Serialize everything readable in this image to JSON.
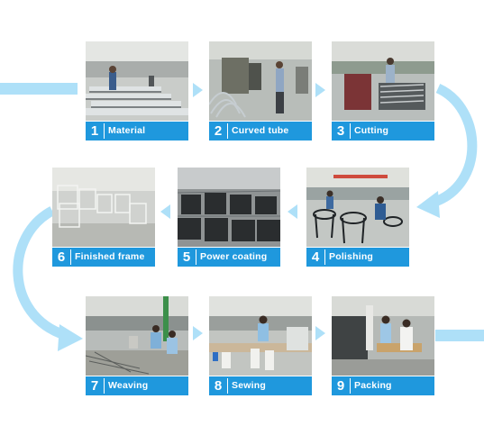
{
  "steps": [
    {
      "number": "1",
      "label": "Material"
    },
    {
      "number": "2",
      "label": "Curved tube"
    },
    {
      "number": "3",
      "label": "Cutting"
    },
    {
      "number": "4",
      "label": "Polishing"
    },
    {
      "number": "5",
      "label": "Power coating"
    },
    {
      "number": "6",
      "label": "Finished frame"
    },
    {
      "number": "7",
      "label": "Weaving"
    },
    {
      "number": "8",
      "label": "Sewing"
    },
    {
      "number": "9",
      "label": "Packing"
    }
  ],
  "colors": {
    "label_bg": "#1f98dd",
    "flow_arrow": "#aee0f8",
    "label_text": "#ffffff"
  }
}
